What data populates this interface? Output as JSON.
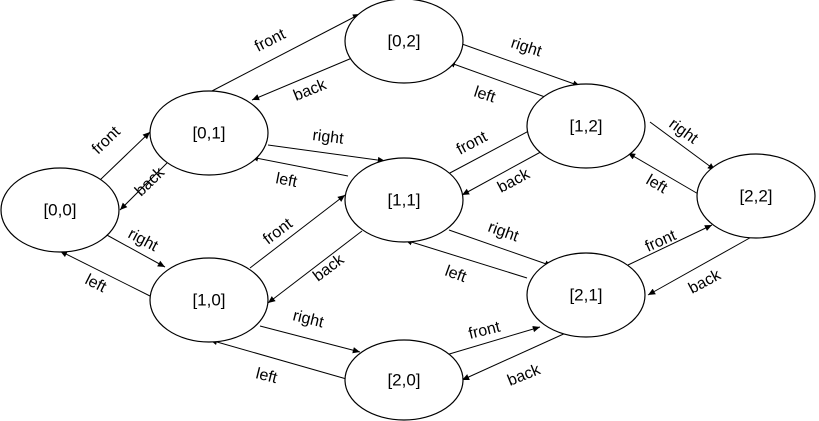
{
  "nodes": {
    "n00": {
      "label": "[0,0]"
    },
    "n01": {
      "label": "[0,1]"
    },
    "n02": {
      "label": "[0,2]"
    },
    "n10": {
      "label": "[1,0]"
    },
    "n11": {
      "label": "[1,1]"
    },
    "n12": {
      "label": "[1,2]"
    },
    "n20": {
      "label": "[2,0]"
    },
    "n21": {
      "label": "[2,1]"
    },
    "n22": {
      "label": "[2,2]"
    }
  },
  "edges": {
    "e00_01": {
      "label": "front"
    },
    "e01_00": {
      "label": "back"
    },
    "e00_10": {
      "label": "right"
    },
    "e10_00": {
      "label": "left"
    },
    "e01_02": {
      "label": "front"
    },
    "e02_01": {
      "label": "back"
    },
    "e01_11": {
      "label": "right"
    },
    "e11_01": {
      "label": "left"
    },
    "e02_12": {
      "label": "right"
    },
    "e12_02": {
      "label": "left"
    },
    "e10_11": {
      "label": "front"
    },
    "e11_10": {
      "label": "back"
    },
    "e10_20": {
      "label": "right"
    },
    "e20_10": {
      "label": "left"
    },
    "e11_12": {
      "label": "front"
    },
    "e12_11": {
      "label": "back"
    },
    "e11_21": {
      "label": "right"
    },
    "e21_11": {
      "label": "left"
    },
    "e12_22": {
      "label": "right"
    },
    "e22_12": {
      "label": "left"
    },
    "e20_21": {
      "label": "front"
    },
    "e21_20": {
      "label": "back"
    },
    "e21_22": {
      "label": "front"
    },
    "e22_21": {
      "label": "back"
    }
  }
}
